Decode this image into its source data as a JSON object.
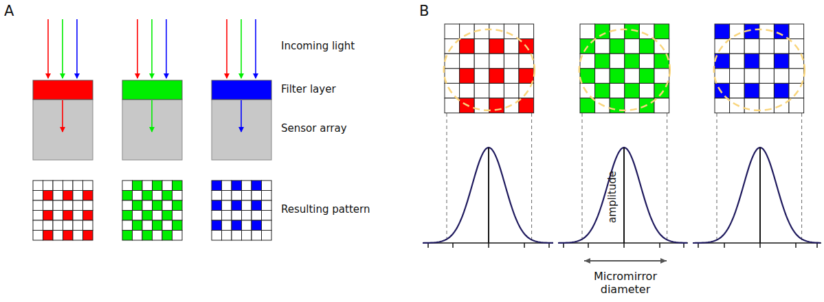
{
  "diagram": {
    "labels": [
      "A",
      "Incoming light",
      "Filter layer",
      "Sensor array",
      "Resulting pattern",
      "B",
      "amplitude",
      "Micromirror diameter"
    ]
  }
}
